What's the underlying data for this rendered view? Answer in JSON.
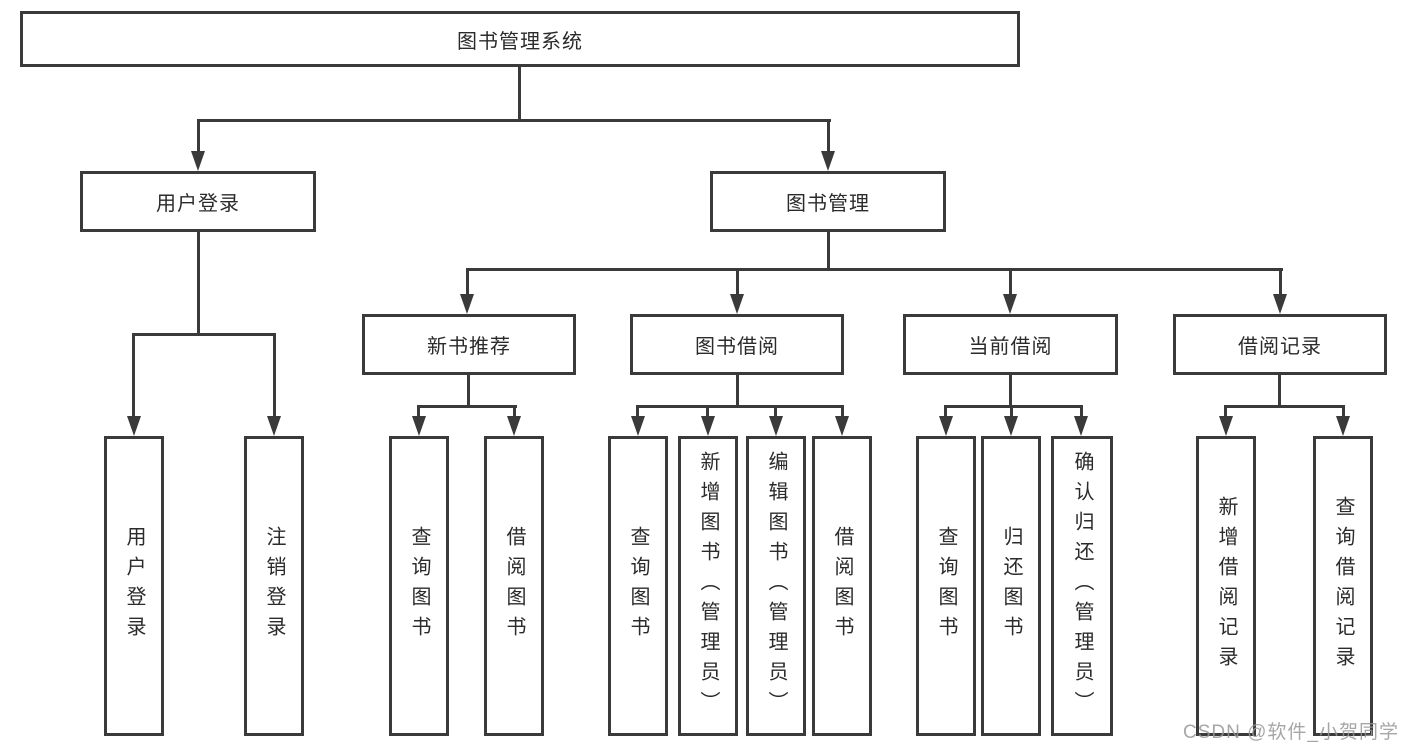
{
  "diagram_type": "hierarchy",
  "colors": {
    "line": "#3a3a3a",
    "box_border": "#3a3a3a",
    "text": "#2b2b2b",
    "background": "#ffffff",
    "watermark": "#969696"
  },
  "tree": {
    "root": {
      "label": "图书管理系统"
    },
    "level2": [
      {
        "id": "user-login",
        "label": "用户登录"
      },
      {
        "id": "book-management",
        "label": "图书管理"
      }
    ],
    "level3": [
      {
        "id": "new-book-recommend",
        "parent": "图书管理",
        "label": "新书推荐"
      },
      {
        "id": "book-borrowing",
        "parent": "图书管理",
        "label": "图书借阅"
      },
      {
        "id": "current-borrowing",
        "parent": "图书管理",
        "label": "当前借阅"
      },
      {
        "id": "borrowing-records",
        "parent": "图书管理",
        "label": "借阅记录"
      }
    ],
    "leaves": [
      {
        "parent": "用户登录",
        "label": "用户登录"
      },
      {
        "parent": "用户登录",
        "label": "注销登录"
      },
      {
        "parent": "新书推荐",
        "label": "查询图书"
      },
      {
        "parent": "新书推荐",
        "label": "借阅图书"
      },
      {
        "parent": "图书借阅",
        "label": "查询图书"
      },
      {
        "parent": "图书借阅",
        "label": "新增图书（管理员）"
      },
      {
        "parent": "图书借阅",
        "label": "编辑图书（管理员）"
      },
      {
        "parent": "图书借阅",
        "label": "借阅图书"
      },
      {
        "parent": "当前借阅",
        "label": "查询图书"
      },
      {
        "parent": "当前借阅",
        "label": "归还图书"
      },
      {
        "parent": "当前借阅",
        "label": "确认归还（管理员）"
      },
      {
        "parent": "借阅记录",
        "label": "新增借阅记录"
      },
      {
        "parent": "借阅记录",
        "label": "查询借阅记录"
      }
    ]
  },
  "watermark": {
    "text": "CSDN @软件_小贺同学"
  }
}
